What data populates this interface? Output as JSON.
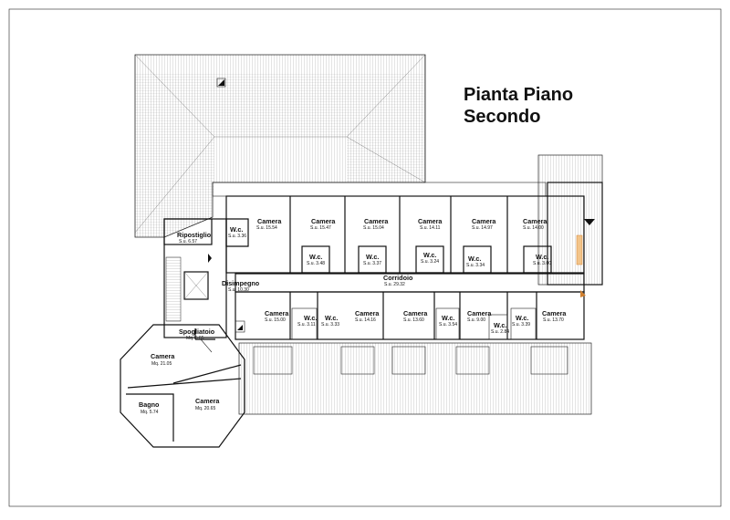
{
  "title": {
    "line1": "Pianta Piano",
    "line2": "Secondo"
  },
  "rooms": [
    {
      "id": "camera-1",
      "name": "Camera",
      "area": "S.u. 15.54"
    },
    {
      "id": "camera-2",
      "name": "Camera",
      "area": "S.u. 15.47"
    },
    {
      "id": "camera-3",
      "name": "Camera",
      "area": "S.u. 15.04"
    },
    {
      "id": "camera-4",
      "name": "Camera",
      "area": "S.u. 14.11"
    },
    {
      "id": "camera-5",
      "name": "Camera",
      "area": "S.u. 14.97"
    },
    {
      "id": "camera-6",
      "name": "Camera",
      "area": "S.u. 14.00"
    },
    {
      "id": "wc-top-left",
      "name": "W.c.",
      "area": "S.u. 3.36"
    },
    {
      "id": "wc-1",
      "name": "W.c.",
      "area": "S.u. 3.48"
    },
    {
      "id": "wc-2",
      "name": "W.c.",
      "area": "S.u. 3.37"
    },
    {
      "id": "wc-3",
      "name": "W.c.",
      "area": "S.u. 3.24"
    },
    {
      "id": "wc-4",
      "name": "W.c.",
      "area": "S.u. 3.34"
    },
    {
      "id": "wc-5",
      "name": "W.c.",
      "area": "S.u. 3.00"
    },
    {
      "id": "ripostiglio",
      "name": "Ripostiglio",
      "area": "S.u. 6.57"
    },
    {
      "id": "disimpegno",
      "name": "Disimpegno",
      "area": "S.u. 10.30"
    },
    {
      "id": "corridoio",
      "name": "Corridoio",
      "area": "S.u. 29.32"
    },
    {
      "id": "camera-7",
      "name": "Camera",
      "area": "S.u. 15.00"
    },
    {
      "id": "wc-6",
      "name": "W.c.",
      "area": "S.u. 3.11"
    },
    {
      "id": "wc-7",
      "name": "W.c.",
      "area": "S.u. 3.33"
    },
    {
      "id": "camera-8",
      "name": "Camera",
      "area": "S.u. 14.16"
    },
    {
      "id": "camera-9",
      "name": "Camera",
      "area": "S.u. 13.60"
    },
    {
      "id": "wc-8",
      "name": "W.c.",
      "area": "S.u. 3.54"
    },
    {
      "id": "camera-10",
      "name": "Camera",
      "area": "S.u. 9.00"
    },
    {
      "id": "wc-9",
      "name": "W.c.",
      "area": "S.u. 2.84"
    },
    {
      "id": "wc-10",
      "name": "W.c.",
      "area": "S.u. 3.39"
    },
    {
      "id": "camera-11",
      "name": "Camera",
      "area": "S.u. 13.70"
    },
    {
      "id": "spogliatoio",
      "name": "Spogliatoio",
      "area": "Mq. 5.65"
    },
    {
      "id": "camera-12",
      "name": "Camera",
      "area": "Mq. 21.05"
    },
    {
      "id": "bagno",
      "name": "Bagno",
      "area": "Mq. 5.74"
    },
    {
      "id": "camera-13",
      "name": "Camera",
      "area": "Mq. 20.65"
    }
  ]
}
